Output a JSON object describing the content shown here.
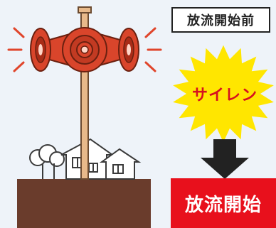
{
  "before_label": "放流開始前",
  "siren_label": "サイレン",
  "start_label": "放流開始",
  "colors": {
    "background": "#eef3f9",
    "speaker": "#d9452b",
    "speaker_dark": "#a92c17",
    "pole": "#e8b98a",
    "ground": "#6a3c2c",
    "burst": "#ffe600",
    "siren_text": "#d6101f",
    "start_box": "#e8101c",
    "arrow": "#222222"
  },
  "icons": [
    "siren-speaker-icon",
    "sound-wave-icon",
    "house-icon",
    "tree-icon",
    "down-arrow-icon",
    "burst-icon"
  ]
}
